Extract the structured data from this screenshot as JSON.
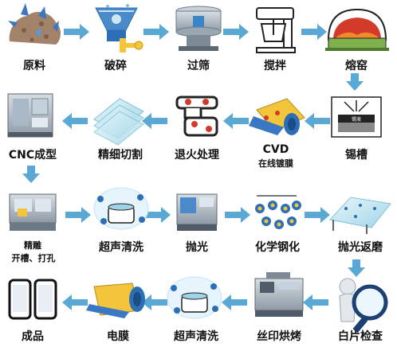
{
  "colors": {
    "arrow": "#5aa8d4",
    "accent_blue": "#2d6fb6",
    "accent_yellow": "#f3c53a",
    "glass": "#bfe6f0",
    "machine_gray": "#8e9aa6",
    "raw_brown": "#a3826a",
    "kiln_red": "#d33a2a",
    "kiln_green": "#7fb14e"
  },
  "stages": [
    {
      "id": "raw",
      "label": "原料",
      "icon": "raw-material-icon"
    },
    {
      "id": "crush",
      "label": "破碎",
      "icon": "crusher-icon"
    },
    {
      "id": "sieve",
      "label": "过筛",
      "icon": "sieve-icon"
    },
    {
      "id": "mix",
      "label": "搅拌",
      "icon": "mixer-icon"
    },
    {
      "id": "kiln",
      "label": "熔窑",
      "icon": "kiln-icon"
    },
    {
      "id": "tin",
      "label": "锡槽",
      "icon": "tin-bath-icon"
    },
    {
      "id": "cvd",
      "label": "CVD",
      "label2": "在线镀膜",
      "icon": "cvd-coating-icon"
    },
    {
      "id": "anneal",
      "label": "退火处理",
      "icon": "annealing-icon"
    },
    {
      "id": "cut",
      "label": "精细切割",
      "icon": "glass-sheets-icon"
    },
    {
      "id": "cnc",
      "label": "CNC成型",
      "icon": "cnc-machine-icon"
    },
    {
      "id": "engrave",
      "label": "精雕",
      "label2": "开槽、打孔",
      "icon": "engraving-machine-icon"
    },
    {
      "id": "ultra1",
      "label": "超声清洗",
      "icon": "ultrasonic-cleaner-icon"
    },
    {
      "id": "polish",
      "label": "抛光",
      "icon": "polishing-machine-icon"
    },
    {
      "id": "chem",
      "label": "化学钢化",
      "icon": "chemical-tempering-icon"
    },
    {
      "id": "repolish",
      "label": "抛光返磨",
      "icon": "repolish-line-icon"
    },
    {
      "id": "inspect",
      "label": "白片检查",
      "icon": "inspection-magnifier-icon"
    },
    {
      "id": "print",
      "label": "丝印烘烤",
      "icon": "silkscreen-machine-icon"
    },
    {
      "id": "ultra2",
      "label": "超声清洗",
      "icon": "ultrasonic-cleaner-icon"
    },
    {
      "id": "film",
      "label": "电膜",
      "icon": "film-roll-icon"
    },
    {
      "id": "done",
      "label": "成品",
      "icon": "phone-panel-icon"
    }
  ]
}
